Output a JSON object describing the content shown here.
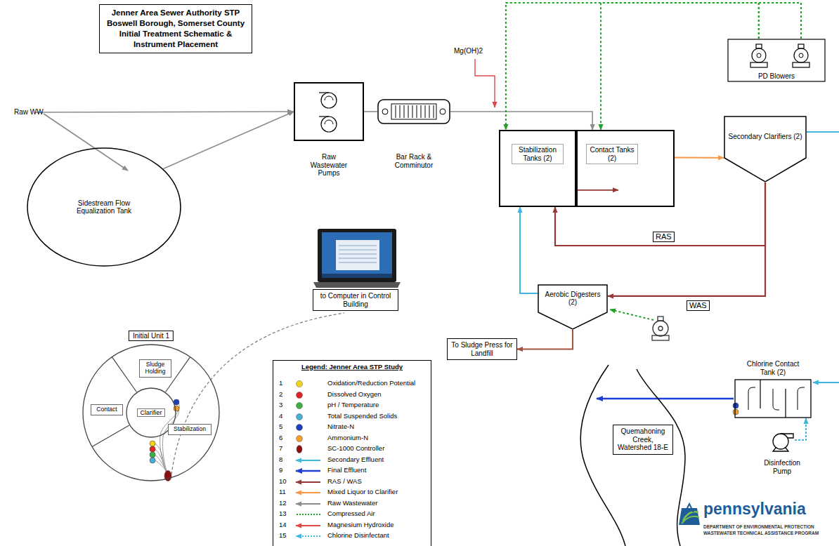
{
  "diagram": {
    "title": "Jenner Area Sewer Authority STP Boswell Borough, Somerset County Initial Treatment Schematic & Instrument Placement",
    "nodes": [
      {
        "text": [
          "Sidestream Flow Equalization Tank"
        ]
      },
      {
        "text": [
          "Raw Wastewater Pumps"
        ]
      },
      {
        "text": [
          "Bar Rack & Comminutor"
        ]
      },
      {
        "text": [
          "Stabilization Tanks (2)"
        ]
      },
      {
        "text": [
          "Contact Tanks (2)"
        ]
      },
      {
        "text": [
          "PD Blowers"
        ]
      },
      {
        "text": [
          "Secondary Clarifiers (2)"
        ]
      },
      {
        "text": [
          "to Computer in Control Building"
        ]
      },
      {
        "text": [
          "Aerobic Digesters (2)"
        ]
      },
      {
        "text": [
          "To Sludge Press for Landfill"
        ]
      },
      {
        "text": [
          "Initial Unit 1"
        ]
      },
      {
        "text": [
          "Sludge Holding"
        ],
        "in": 10
      },
      {
        "text": [
          "Clarifier"
        ],
        "in": 10
      },
      {
        "text": [
          "Contact"
        ],
        "in": 10
      },
      {
        "text": [
          "Stabilization"
        ],
        "in": 10
      },
      {
        "text": [
          "Chlorine Contact Tank (2)"
        ]
      },
      {
        "text": [
          "Quemahoning Creek, Watershed 18-E"
        ]
      },
      {
        "text": [
          "Disinfection Pump"
        ]
      }
    ],
    "edges": [
      {
        "from": 0,
        "to": 1,
        "arrow": "to"
      },
      {
        "from": 1,
        "to": 2,
        "arrow": "none"
      },
      {
        "from": 2,
        "to": 4,
        "arrow": "to"
      },
      {
        "from": 3,
        "to": 4,
        "arrow": "to"
      },
      {
        "from": 4,
        "to": 6,
        "arrow": "to"
      },
      {
        "from": 6,
        "to": 3,
        "label": "RAS",
        "arrow": "to"
      },
      {
        "from": 6,
        "to": 8,
        "label": "WAS",
        "arrow": "to"
      },
      {
        "from": 8,
        "to": 3,
        "arrow": "to"
      },
      {
        "from": 8,
        "to": 9,
        "arrow": "to"
      },
      {
        "from": 5,
        "to": 3,
        "arrow": "to"
      },
      {
        "from": 5,
        "to": 4,
        "arrow": "to"
      },
      {
        "from": 17,
        "to": 15,
        "arrow": "to"
      }
    ],
    "labels": [
      "Raw WW",
      "Mg(OH)2",
      "Legend: Jenner Area STP Study",
      "1",
      "2",
      "3",
      "4",
      "5",
      "6",
      "7",
      "8",
      "9",
      "10",
      "11",
      "12",
      "13",
      "14",
      "15",
      "pennsylvania",
      "DEPARTMENT OF ENVIRONMENTAL PROTECTION",
      "WASTEWATER TECHNICAL ASSISTANCE PROGRAM"
    ],
    "legend": [
      {
        "text": "Oxidation/Reduction Potential",
        "color": "#f5d21a"
      },
      {
        "text": "Dissolved Oxygen",
        "color": "#e02424"
      },
      {
        "text": "pH / Temperature",
        "color": "#3cb043"
      },
      {
        "text": "Total Suspended Solids",
        "color": "#4aaed0"
      },
      {
        "text": "Nitrate-N",
        "color": "#1f3fbf"
      },
      {
        "text": "Ammonium-N",
        "color": "#f0a028"
      },
      {
        "text": "SC-1000 Controller",
        "color": "#8b1010"
      },
      {
        "text": "Secondary Effluent"
      },
      {
        "text": "Final Effluent"
      },
      {
        "text": "RAS / WAS"
      },
      {
        "text": "Mixed Liquor to Clarifier"
      },
      {
        "text": "Raw Wastewater"
      },
      {
        "text": "Compressed Air"
      },
      {
        "text": "Magnesium Hydroxide"
      },
      {
        "text": "Chlorine Disinfectant"
      }
    ]
  }
}
